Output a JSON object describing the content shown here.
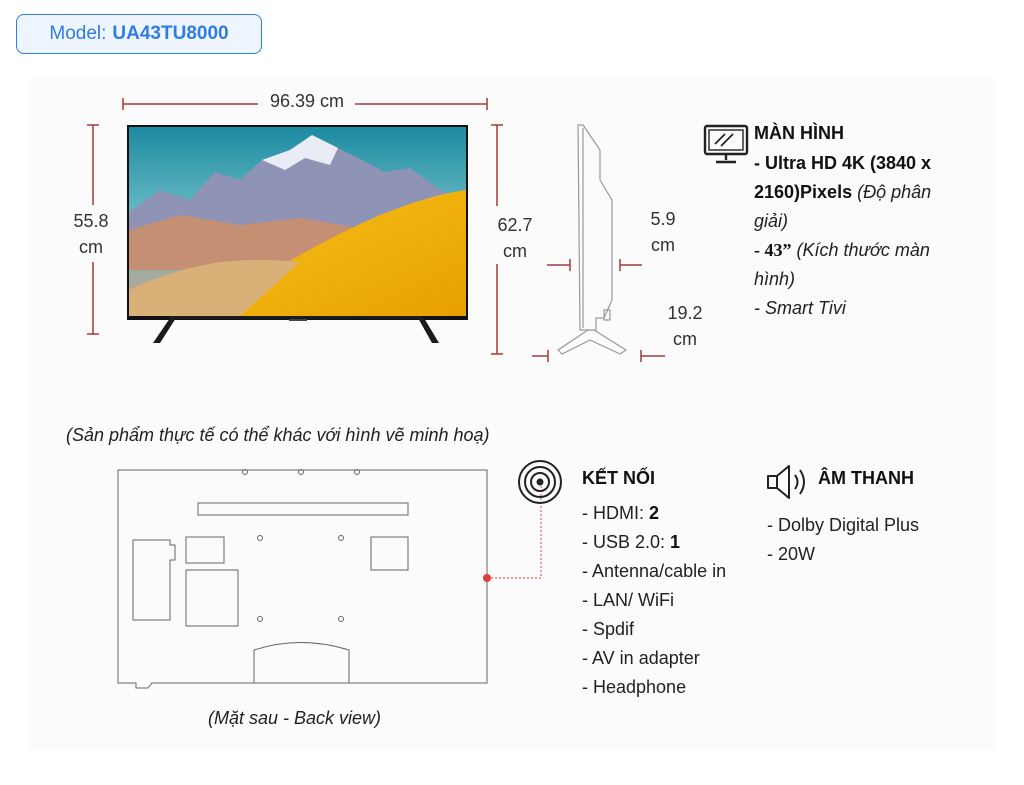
{
  "model": {
    "label": "Model:",
    "value": "UA43TU8000"
  },
  "dimensions": {
    "width": "96.39 cm",
    "screen_height_value": "55.8",
    "screen_height_unit": "cm",
    "total_height_value": "62.7",
    "total_height_unit": "cm",
    "depth_value": "5.9",
    "depth_unit": "cm",
    "stand_depth_value": "19.2",
    "stand_depth_unit": "cm"
  },
  "screen_section": {
    "title": "MÀN HÌNH",
    "resolution_bold": "- Ultra HD 4K (3840 x 2160)Pixels",
    "resolution_note": "(Độ phân giải)",
    "size_bold": "- 43”",
    "size_note": "(Kích thước màn hình)",
    "smart": "- Smart Tivi"
  },
  "disclaimer": "(Sản phẩm thực tế có thể khác với hình vẽ minh hoạ)",
  "back_caption": "(Mặt sau - Back view)",
  "connectivity": {
    "title": "KẾT NỐI",
    "hdmi_label": "- HDMI:",
    "hdmi_value": "2",
    "usb_label": "- USB 2.0:",
    "usb_value": "1",
    "antenna": "- Antenna/cable in",
    "lan": "- LAN/ WiFi",
    "spdif": "- Spdif",
    "av": "- AV in adapter",
    "headphone": "- Headphone"
  },
  "sound": {
    "title": "ÂM THANH",
    "dolby": "- Dolby Digital Plus",
    "power": "- 20W"
  },
  "colors": {
    "accent_blue": "#2f7de1",
    "dimension_line": "#a33b3b",
    "callout_red": "#e23b3b"
  }
}
